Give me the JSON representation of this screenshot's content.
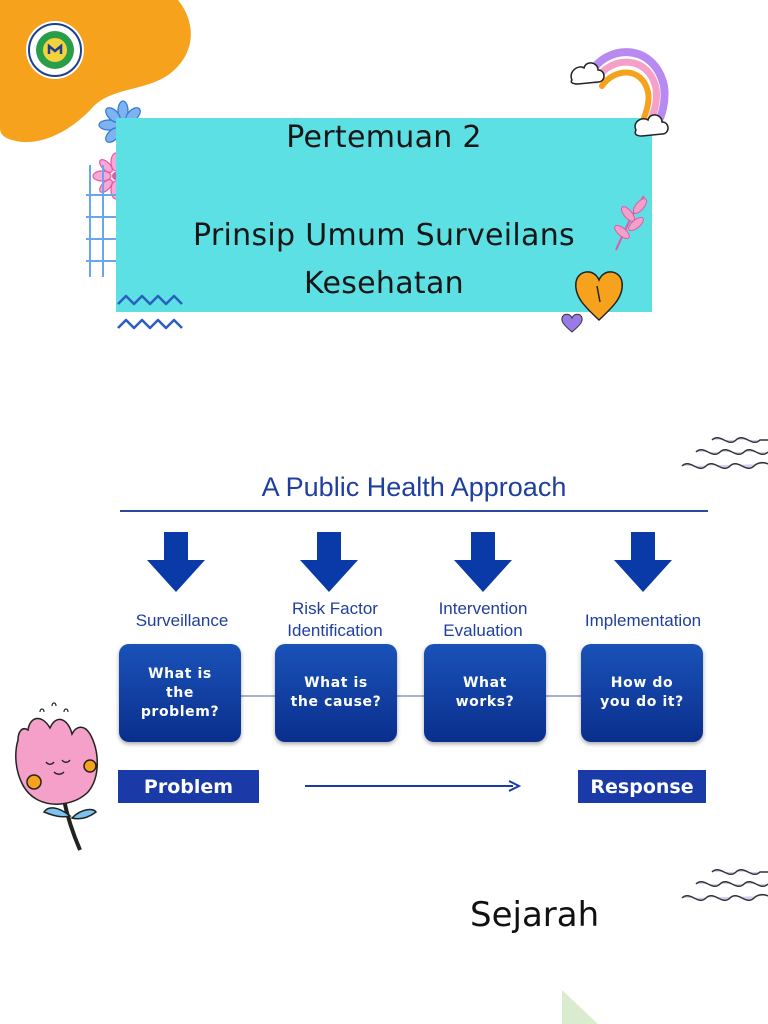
{
  "slide": {
    "title_line1": "Pertemuan 2",
    "title_line2": "Prinsip Umum Surveilans",
    "title_line3": "Kesehatan",
    "footer_text": "Sejarah"
  },
  "diagram": {
    "title": "A Public Health Approach",
    "steps": [
      {
        "label": "Surveillance",
        "question": "What is\nthe\nproblem?"
      },
      {
        "label": "Risk Factor\nIdentification",
        "question": "What is\nthe cause?"
      },
      {
        "label": "Intervention\nEvaluation",
        "question": "What\nworks?"
      },
      {
        "label": "Implementation",
        "question": "How do\nyou do it?"
      }
    ],
    "start_tag": "Problem",
    "end_tag": "Response"
  },
  "colors": {
    "title_box": "#5ce0e4",
    "diagram_blue": "#0a3aa8",
    "accent_orange": "#f6a21c"
  }
}
